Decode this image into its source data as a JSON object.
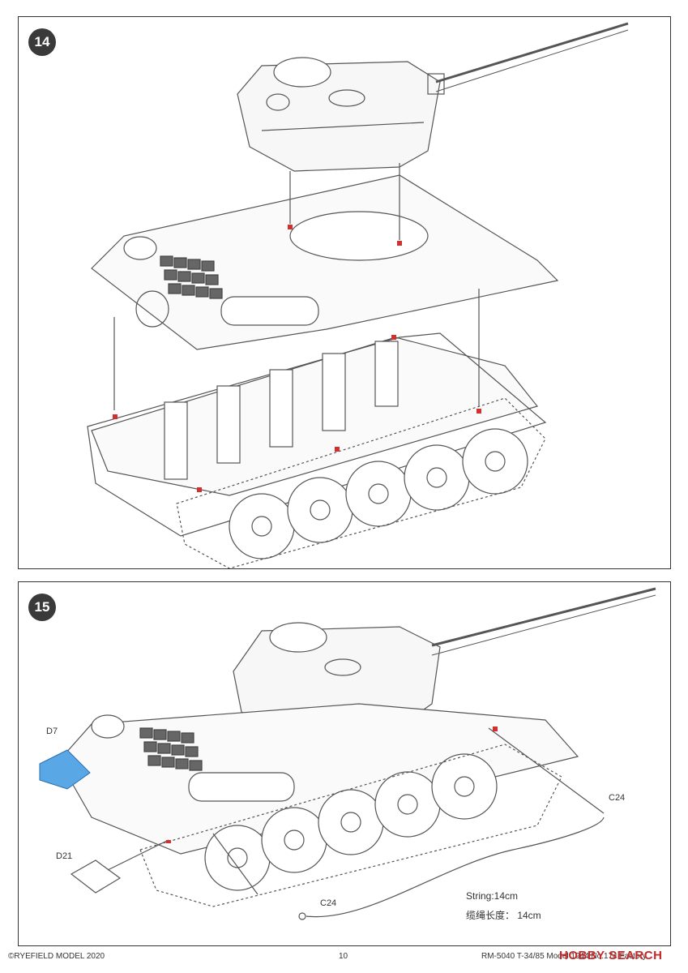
{
  "steps": [
    {
      "number": "14"
    },
    {
      "number": "15"
    }
  ],
  "callouts": {
    "d7": "D7",
    "d21": "D21",
    "c24_top": "C24",
    "c24_bottom": "C24",
    "string_en": "String:14cm",
    "string_zh": "缆绳长度： 14cm"
  },
  "footer": {
    "copyright": "©RYEFIELD MODEL 2020",
    "page": "10",
    "product": "RM-5040  T-34/85 Model 1944 No.174 Factory",
    "watermark": "HOBBY SEARCH"
  },
  "colors": {
    "line": "#555555",
    "accent_red": "#d32f2f",
    "highlight_blue": "#5aa7e6"
  }
}
